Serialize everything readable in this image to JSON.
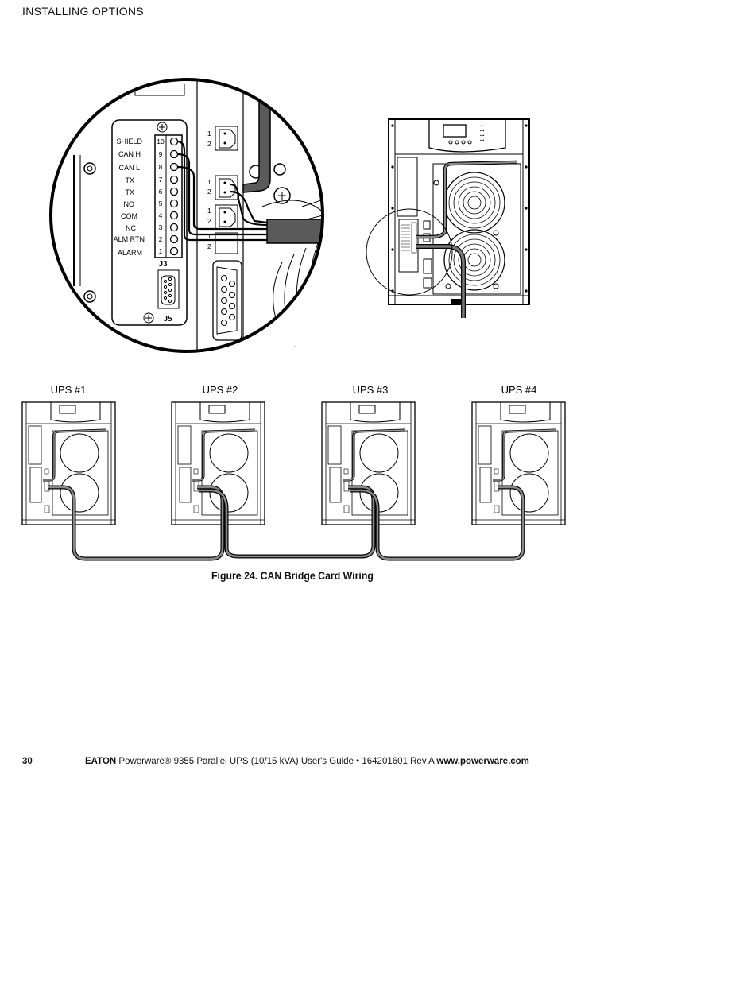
{
  "header": {
    "section": "INSTALLING OPTIONS"
  },
  "diagram": {
    "terminal_labels": [
      "SHIELD",
      "CAN H",
      "CAN L",
      "TX",
      "TX",
      "NO",
      "COM",
      "NC",
      "ALM RTN",
      "ALARM"
    ],
    "terminal_numbers": [
      "10",
      "9",
      "8",
      "7",
      "6",
      "5",
      "4",
      "3",
      "2",
      "1"
    ],
    "j3": "J3",
    "j5": "J5",
    "pin_1": "1",
    "pin_2": "2",
    "ups_labels": [
      "UPS #1",
      "UPS #2",
      "UPS #3",
      "UPS #4"
    ]
  },
  "caption": "Figure 24. CAN Bridge Card Wiring",
  "footer": {
    "page": "30",
    "brand": "EATON",
    "product": "Powerware® 9355 Parallel UPS (10/15 kVA) User's Guide",
    "sep": "•",
    "doc": "164201601 Rev A",
    "url": "www.powerware.com"
  }
}
